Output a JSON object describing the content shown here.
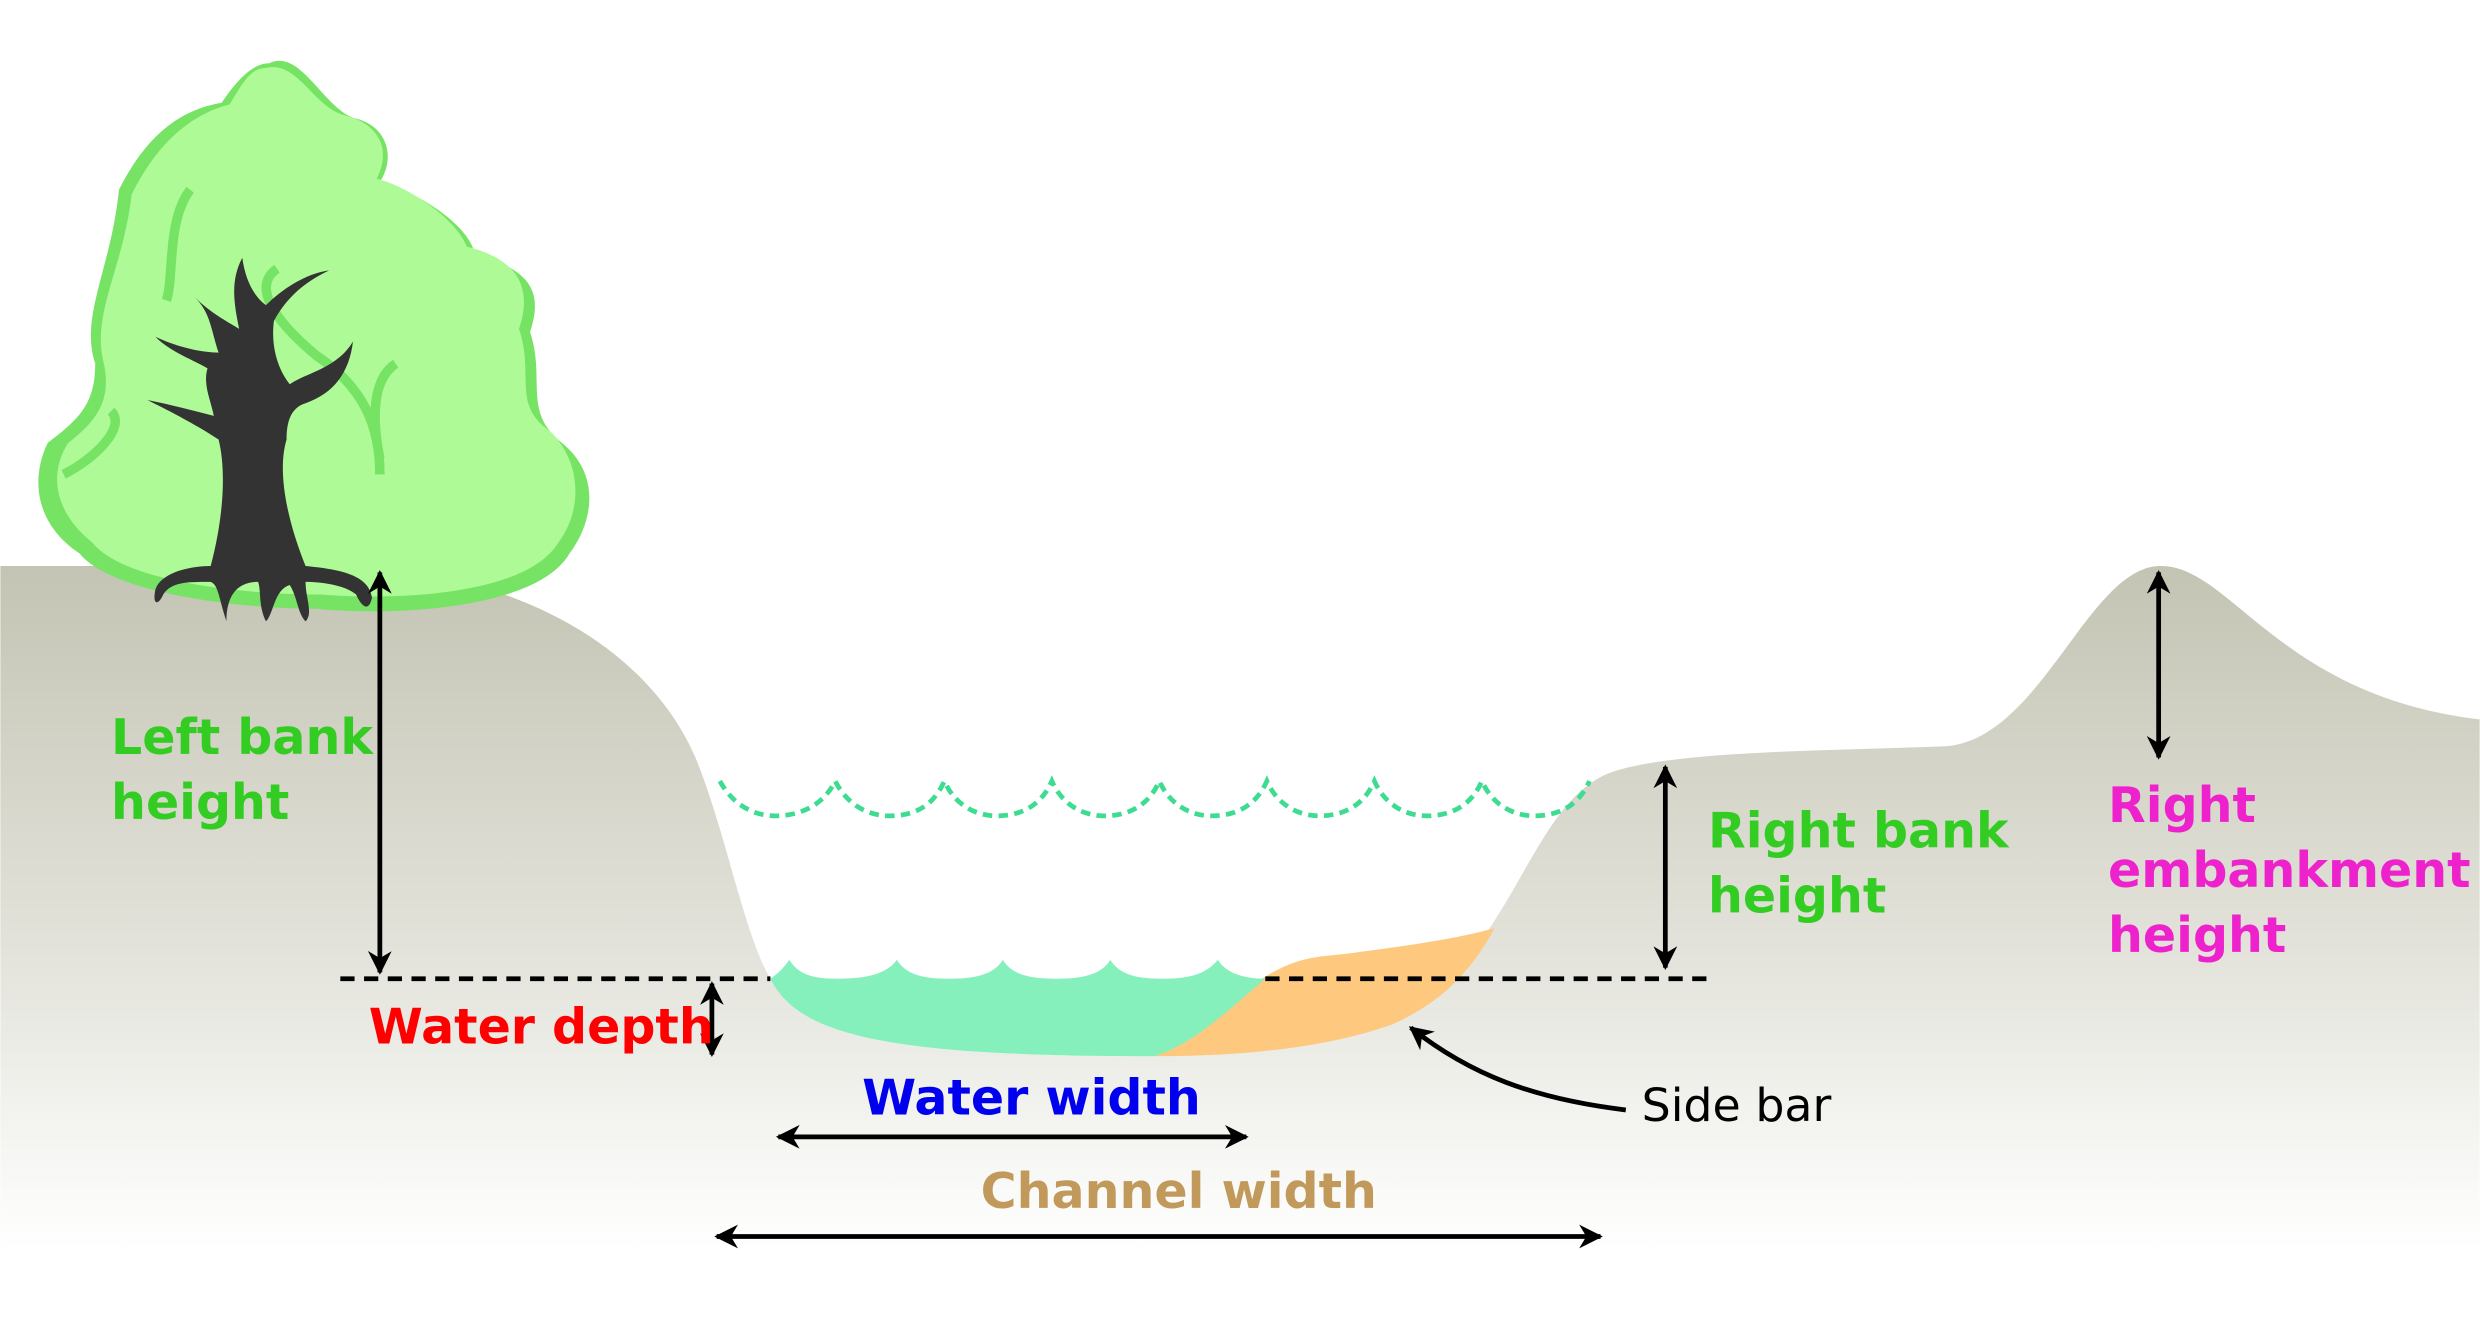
{
  "labels": {
    "left_bank": [
      "Left bank",
      "height"
    ],
    "water_depth": "Water depth",
    "water_width": "Water width",
    "channel_width": "Channel width",
    "side_bar": "Side bar",
    "right_bank": [
      "Right bank",
      "height"
    ],
    "right_embankment": [
      "Right",
      "embankment",
      "height"
    ]
  },
  "colors": {
    "bank_label": "#33cc22",
    "water_depth": "#ff0000",
    "water_width": "#0000ee",
    "channel_width": "#c19a5b",
    "right_embankment": "#ee22cc",
    "ground": "#c4c4b4",
    "water": "#86f0bc",
    "high_water_line": "#3ddc90",
    "side_bar": "#fec97e",
    "tree_foliage": "#aefa96",
    "tree_shadow": "#77e365",
    "tree_trunk": "#333333"
  }
}
